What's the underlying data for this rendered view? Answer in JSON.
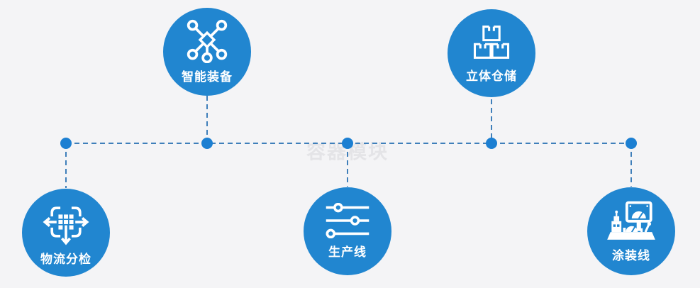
{
  "watermark": {
    "text": "容器模块"
  },
  "colors": {
    "background": "#f4f4f6",
    "circle": "#2186d0",
    "dot": "#1c7fd2",
    "dash": "#3f7fba",
    "label": "#ffffff",
    "icon": "#ffffff",
    "watermark_text": "#e4e4e7"
  },
  "nodes": [
    {
      "label": "智能装备",
      "icon": "network-nodes-icon",
      "position": "top-left"
    },
    {
      "label": "立体仓储",
      "icon": "stacked-boxes-icon",
      "position": "top-right"
    },
    {
      "label": "物流分检",
      "icon": "sorting-arrows-icon",
      "position": "bottom-left"
    },
    {
      "label": "生产线",
      "icon": "sliders-icon",
      "position": "bottom-center"
    },
    {
      "label": "涂装线",
      "icon": "paint-console-icon",
      "position": "bottom-right"
    }
  ]
}
